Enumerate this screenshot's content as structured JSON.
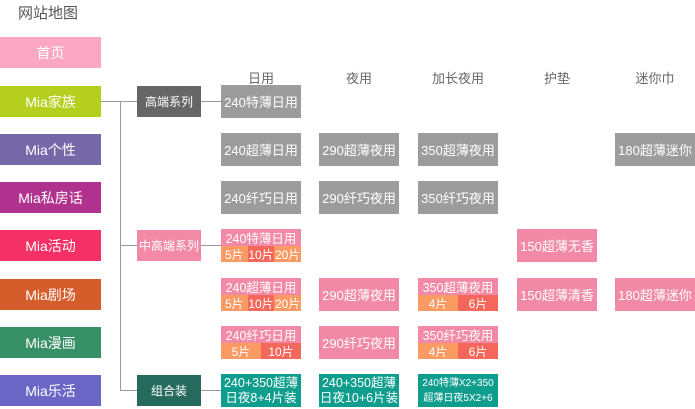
{
  "page_title": "网站地图",
  "nav": [
    {
      "label": "首页",
      "color": "#fba7c4"
    },
    {
      "label": "Mia家族",
      "color": "#b5cf1f"
    },
    {
      "label": "Mia个性",
      "color": "#7468a8"
    },
    {
      "label": "Mia私房话",
      "color": "#b1328e"
    },
    {
      "label": "Mia活动",
      "color": "#f43066"
    },
    {
      "label": "Mia剧场",
      "color": "#d55d2c"
    },
    {
      "label": "Mia漫画",
      "color": "#379066"
    },
    {
      "label": "Mia乐活",
      "color": "#6a66c6"
    }
  ],
  "series": [
    {
      "label": "高端系列",
      "color": "#666666"
    },
    {
      "label": "中高端系列",
      "color": "#f289a6"
    },
    {
      "label": "组合装",
      "color": "#266a5e"
    }
  ],
  "columns": [
    "日用",
    "夜用",
    "加长夜用",
    "护垫",
    "迷你巾"
  ],
  "products": {
    "r1": {
      "day": "240特薄日用"
    },
    "r2": {
      "day": "240超薄日用",
      "night": "290超薄夜用",
      "long": "350超薄夜用",
      "mini": "180超薄迷你"
    },
    "r3": {
      "day": "240纤巧日用",
      "night": "290纤巧夜用",
      "long": "350纤巧夜用"
    },
    "r4": {
      "day": {
        "name": "240特薄日用",
        "packs": [
          "5片",
          "10片",
          "20片"
        ]
      },
      "liner": "150超薄无香"
    },
    "r5": {
      "day": {
        "name": "240超薄日用",
        "packs": [
          "5片",
          "10片",
          "20片"
        ]
      },
      "night": "290超薄夜用",
      "long": {
        "name": "350超薄夜用",
        "packs": [
          "4片",
          "6片"
        ]
      },
      "liner": "150超薄清香",
      "mini": "180超薄迷你"
    },
    "r6": {
      "day": {
        "name": "240纤巧日用",
        "packs": [
          "5片",
          "10片"
        ]
      },
      "night": "290纤巧夜用",
      "long": {
        "name": "350纤巧夜用",
        "packs": [
          "4片",
          "6片"
        ]
      }
    },
    "r7": {
      "c1": [
        "240+350超薄",
        "日夜8+4片装"
      ],
      "c2": [
        "240+350超薄",
        "日夜10+6片装"
      ],
      "c3": [
        "240特薄X2+350",
        "超薄日夜5X2+6"
      ]
    }
  }
}
